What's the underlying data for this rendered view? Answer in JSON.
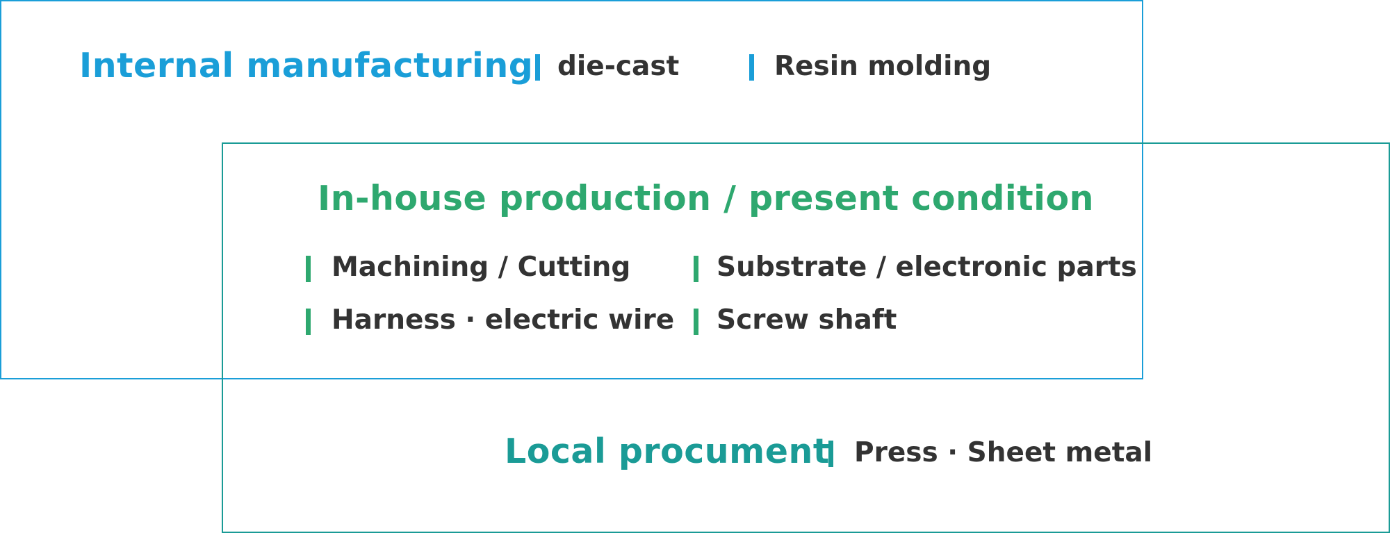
{
  "diagram": {
    "internal_manufacturing": {
      "title": "Internal manufacturing",
      "items": [
        "die-cast",
        "Resin molding"
      ],
      "color": "#1a9ed8"
    },
    "inhouse_production": {
      "title": "In-house production / present condition",
      "items": [
        "Machining / Cutting",
        "Substrate / electronic parts",
        "Harness · electric wire",
        "Screw shaft"
      ],
      "color": "#2ea86f"
    },
    "local_procurement": {
      "title": "Local procument",
      "items": [
        "Press · Sheet metal"
      ],
      "color": "#1a9b96"
    }
  }
}
